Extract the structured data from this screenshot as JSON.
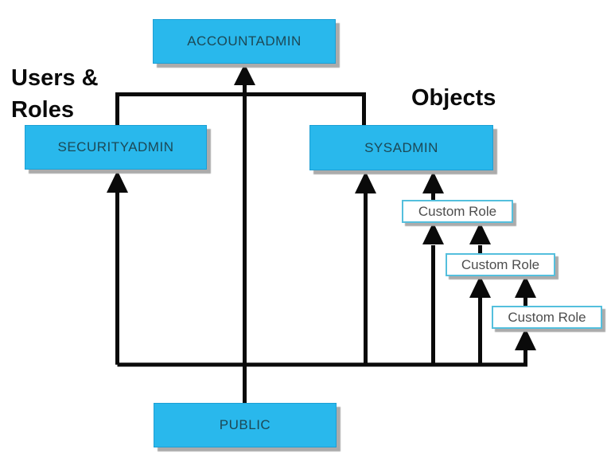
{
  "diagram": {
    "title": "Role hierarchy diagram",
    "headings": {
      "users_roles_line1": "Users &",
      "users_roles_line2": "Roles",
      "objects": "Objects"
    },
    "nodes": {
      "accountadmin": {
        "label": "ACCOUNTADMIN",
        "type": "system-role"
      },
      "securityadmin": {
        "label": "SECURITYADMIN",
        "type": "system-role"
      },
      "sysadmin": {
        "label": "SYSADMIN",
        "type": "system-role"
      },
      "public": {
        "label": "PUBLIC",
        "type": "system-role"
      },
      "custom_role_1": {
        "label": "Custom Role",
        "type": "custom-role"
      },
      "custom_role_2": {
        "label": "Custom Role",
        "type": "custom-role"
      },
      "custom_role_3": {
        "label": "Custom Role",
        "type": "custom-role"
      }
    },
    "edges": [
      {
        "from": "public",
        "to": "accountadmin"
      },
      {
        "from": "securityadmin",
        "to": "accountadmin"
      },
      {
        "from": "sysadmin",
        "to": "accountadmin"
      },
      {
        "from": "public",
        "to": "securityadmin"
      },
      {
        "from": "public",
        "to": "sysadmin"
      },
      {
        "from": "custom_role_1",
        "to": "sysadmin"
      },
      {
        "from": "custom_role_2",
        "to": "custom_role_1"
      },
      {
        "from": "custom_role_3",
        "to": "custom_role_2"
      },
      {
        "from": "public",
        "to": "custom_role_1"
      },
      {
        "from": "public",
        "to": "custom_role_2"
      },
      {
        "from": "public",
        "to": "custom_role_3"
      }
    ],
    "colors": {
      "node_fill": "#29b8ec",
      "node_border": "#1d9fd4",
      "node_text": "#1c4855",
      "custom_role_fill": "#ffffff",
      "custom_role_border": "#54bfdd",
      "custom_role_text": "#4d4d4d",
      "heading_text": "#0a0a0a",
      "line": "#0a0a0a",
      "shadow": "#ababab"
    }
  }
}
